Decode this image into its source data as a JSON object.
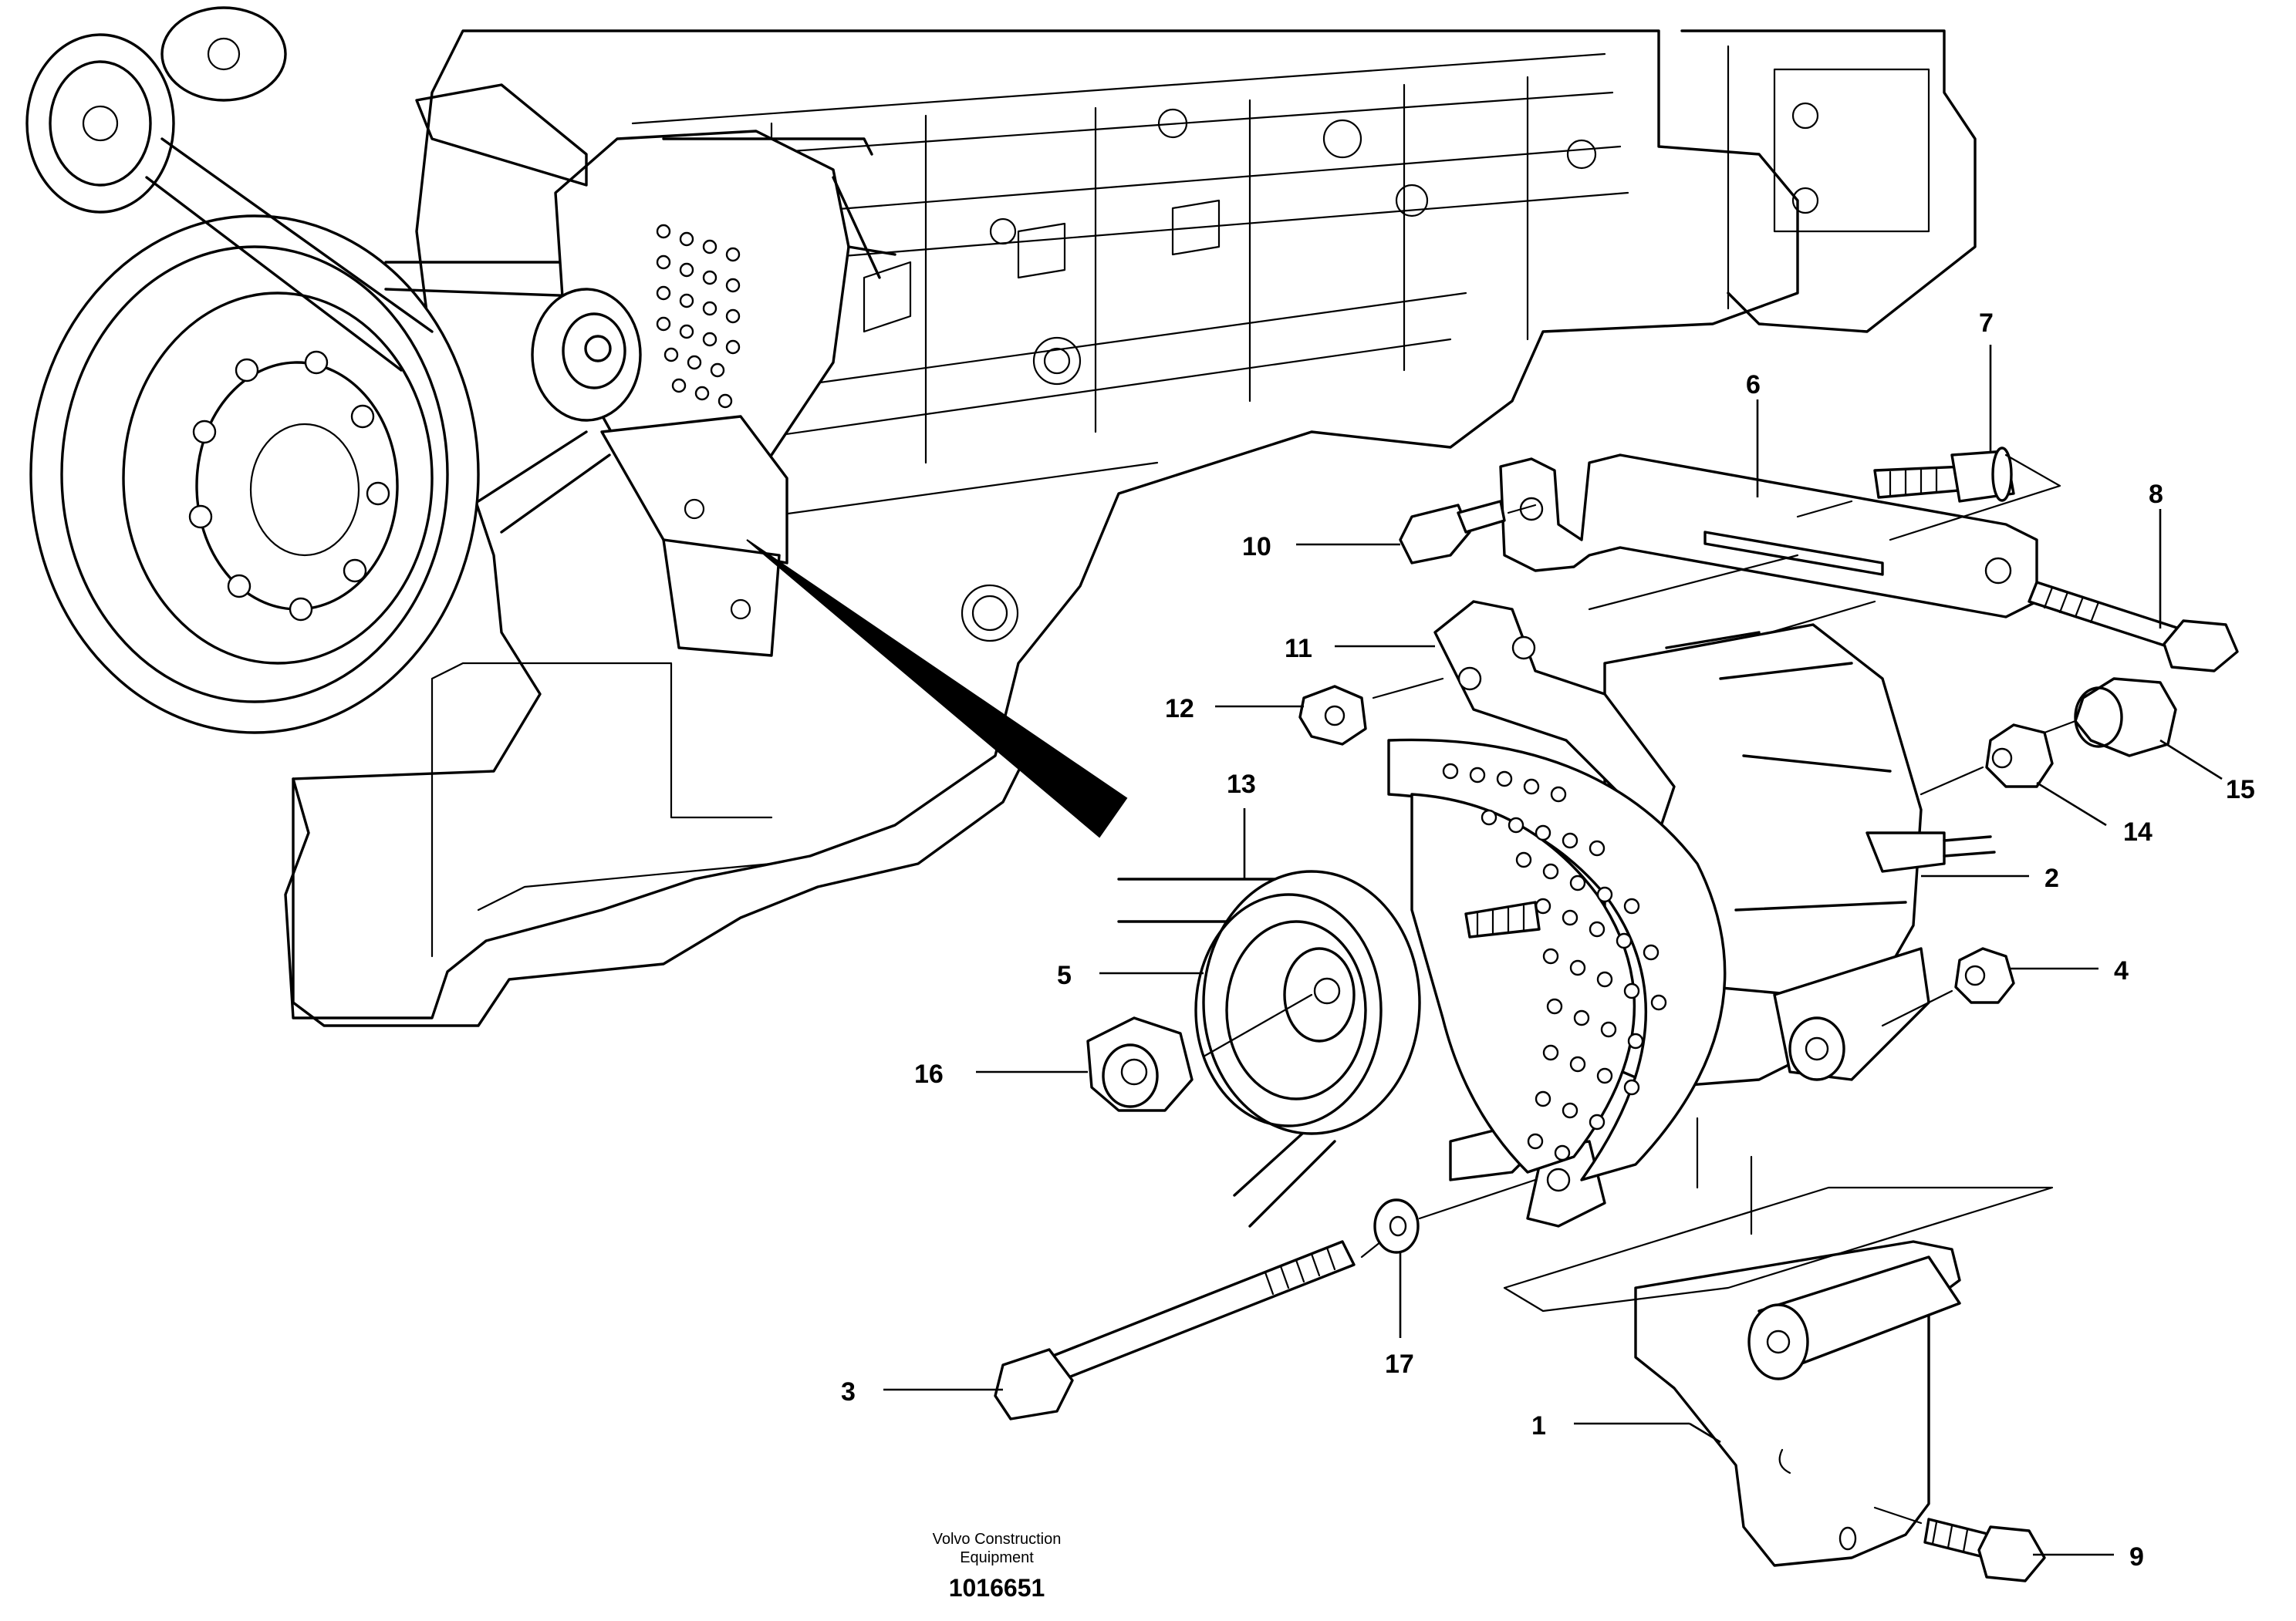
{
  "figure": {
    "company_line1": "Volvo Construction",
    "company_line2": "Equipment",
    "figure_number": "1016651"
  },
  "callouts": [
    {
      "id": "1",
      "label": "1"
    },
    {
      "id": "2",
      "label": "2"
    },
    {
      "id": "3",
      "label": "3"
    },
    {
      "id": "4",
      "label": "4"
    },
    {
      "id": "5",
      "label": "5"
    },
    {
      "id": "6",
      "label": "6"
    },
    {
      "id": "7",
      "label": "7"
    },
    {
      "id": "8",
      "label": "8"
    },
    {
      "id": "9",
      "label": "9"
    },
    {
      "id": "10",
      "label": "10"
    },
    {
      "id": "11",
      "label": "11"
    },
    {
      "id": "12",
      "label": "12"
    },
    {
      "id": "13",
      "label": "13"
    },
    {
      "id": "14",
      "label": "14"
    },
    {
      "id": "15",
      "label": "15"
    },
    {
      "id": "16",
      "label": "16"
    },
    {
      "id": "17",
      "label": "17"
    }
  ]
}
